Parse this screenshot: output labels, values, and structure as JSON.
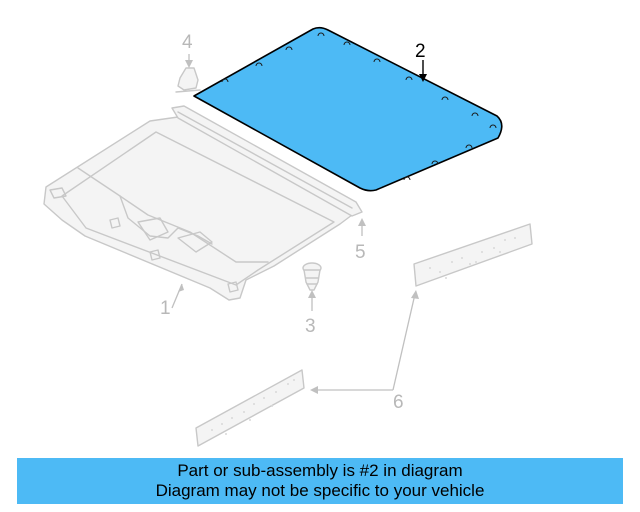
{
  "parts": {
    "headliner": {
      "number": "1",
      "highlighted": false
    },
    "sunroof_shade_panel": {
      "number": "2",
      "highlighted": true,
      "color": "#4dbaf5"
    },
    "retainer_clip": {
      "number": "3",
      "highlighted": false
    },
    "bracket": {
      "number": "4",
      "highlighted": false
    },
    "trim_strip": {
      "number": "5",
      "highlighted": false
    },
    "insulator_pads": {
      "number": "6",
      "highlighted": false
    }
  },
  "caption": {
    "line1": "Part or sub-assembly is #2 in diagram",
    "line2": "Diagram may not be specific to your vehicle",
    "background": "#4dbaf5"
  }
}
